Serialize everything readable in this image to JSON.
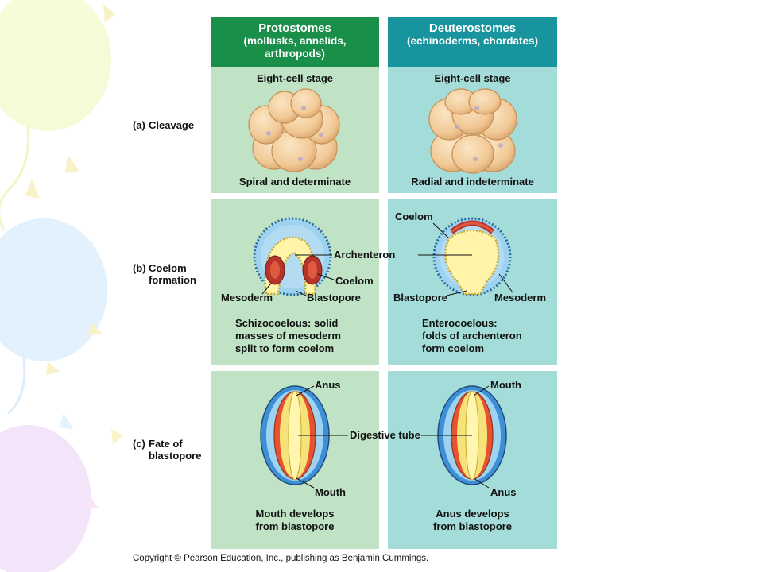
{
  "columns": {
    "protostomes": {
      "title": "Protostomes",
      "sub1": "(mollusks, annelids,",
      "sub2": "arthropods)"
    },
    "deuterostomes": {
      "title": "Deuterostomes",
      "sub1": "(echinoderms, chordates)"
    }
  },
  "rows": {
    "a": {
      "letter": "(a)",
      "line1": "Cleavage",
      "line2": ""
    },
    "b": {
      "letter": "(b)",
      "line1": "Coelom",
      "line2": "formation"
    },
    "c": {
      "letter": "(c)",
      "line1": "Fate of",
      "line2": "blastopore"
    }
  },
  "cleavage": {
    "left_top": "Eight-cell stage",
    "left_bottom": "Spiral and determinate",
    "right_top": "Eight-cell stage",
    "right_bottom": "Radial and indeterminate"
  },
  "coelom": {
    "archenteron": "Archenteron",
    "left_coelom": "Coelom",
    "left_mesoderm": "Mesoderm",
    "left_blastopore": "Blastopore",
    "left_caption": [
      "Schizocoelous: solid",
      "masses of mesoderm",
      "split to form coelom"
    ],
    "right_coelom": "Coelom",
    "right_blastopore": "Blastopore",
    "right_mesoderm": "Mesoderm",
    "right_caption": [
      "Enterocoelous:",
      "folds of archenteron",
      "form coelom"
    ]
  },
  "fate": {
    "left_anus": "Anus",
    "left_mouth": "Mouth",
    "digestive_tube": "Digestive tube",
    "right_mouth": "Mouth",
    "right_anus": "Anus",
    "left_caption": [
      "Mouth develops",
      "from blastopore"
    ],
    "right_caption": [
      "Anus develops",
      "from blastopore"
    ]
  },
  "copyright": "Copyright © Pearson Education, Inc., publishing as Benjamin Cummings.",
  "colors": {
    "proto_header": "#1a8f4a",
    "deutero_header": "#18949e",
    "proto_panel": "#bfe3c4",
    "deutero_panel": "#a4dcd9"
  }
}
